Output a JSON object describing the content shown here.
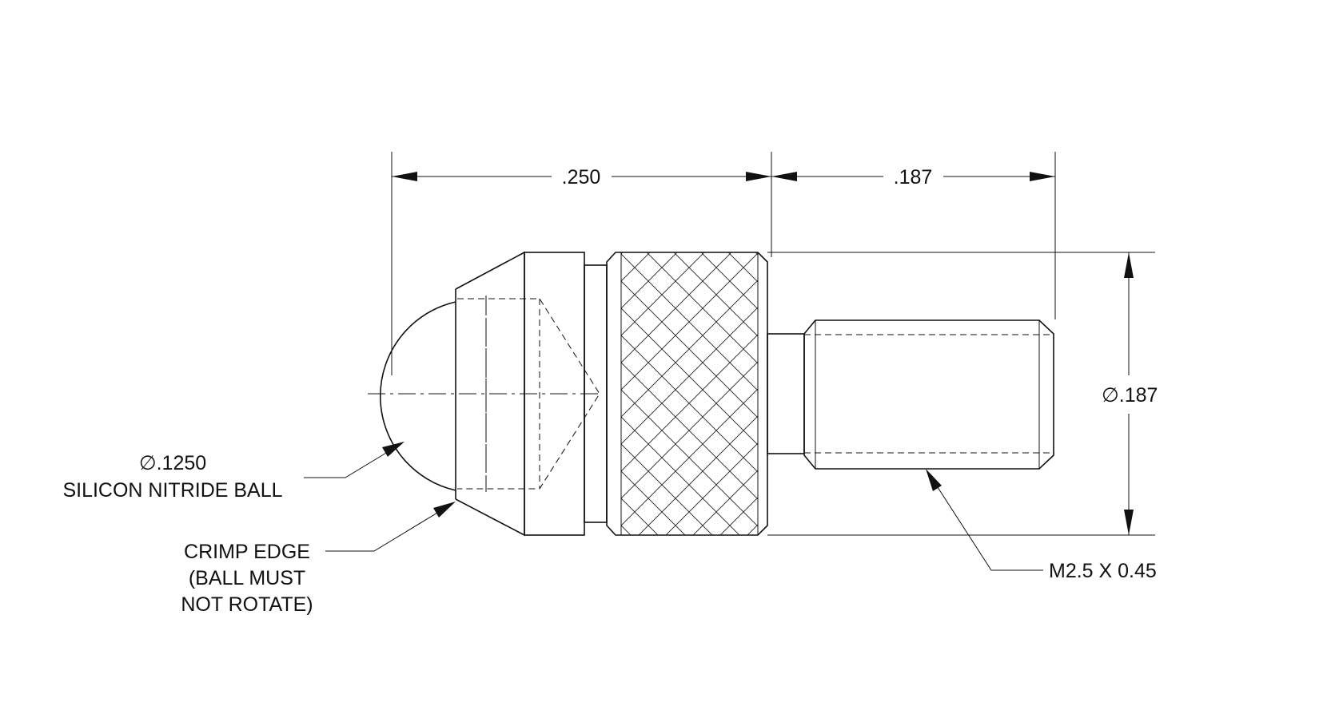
{
  "dimensions": {
    "length_body": ".250",
    "length_thread": ".187",
    "diameter_body": ".187",
    "diameter_symbol": "∅"
  },
  "callouts": {
    "ball_diameter": ".1250",
    "ball_material": "SILICON NITRIDE BALL",
    "crimp_line1": "CRIMP EDGE",
    "crimp_line2": "(BALL MUST",
    "crimp_line3": "NOT ROTATE)",
    "thread": "M2.5 X 0.45"
  }
}
